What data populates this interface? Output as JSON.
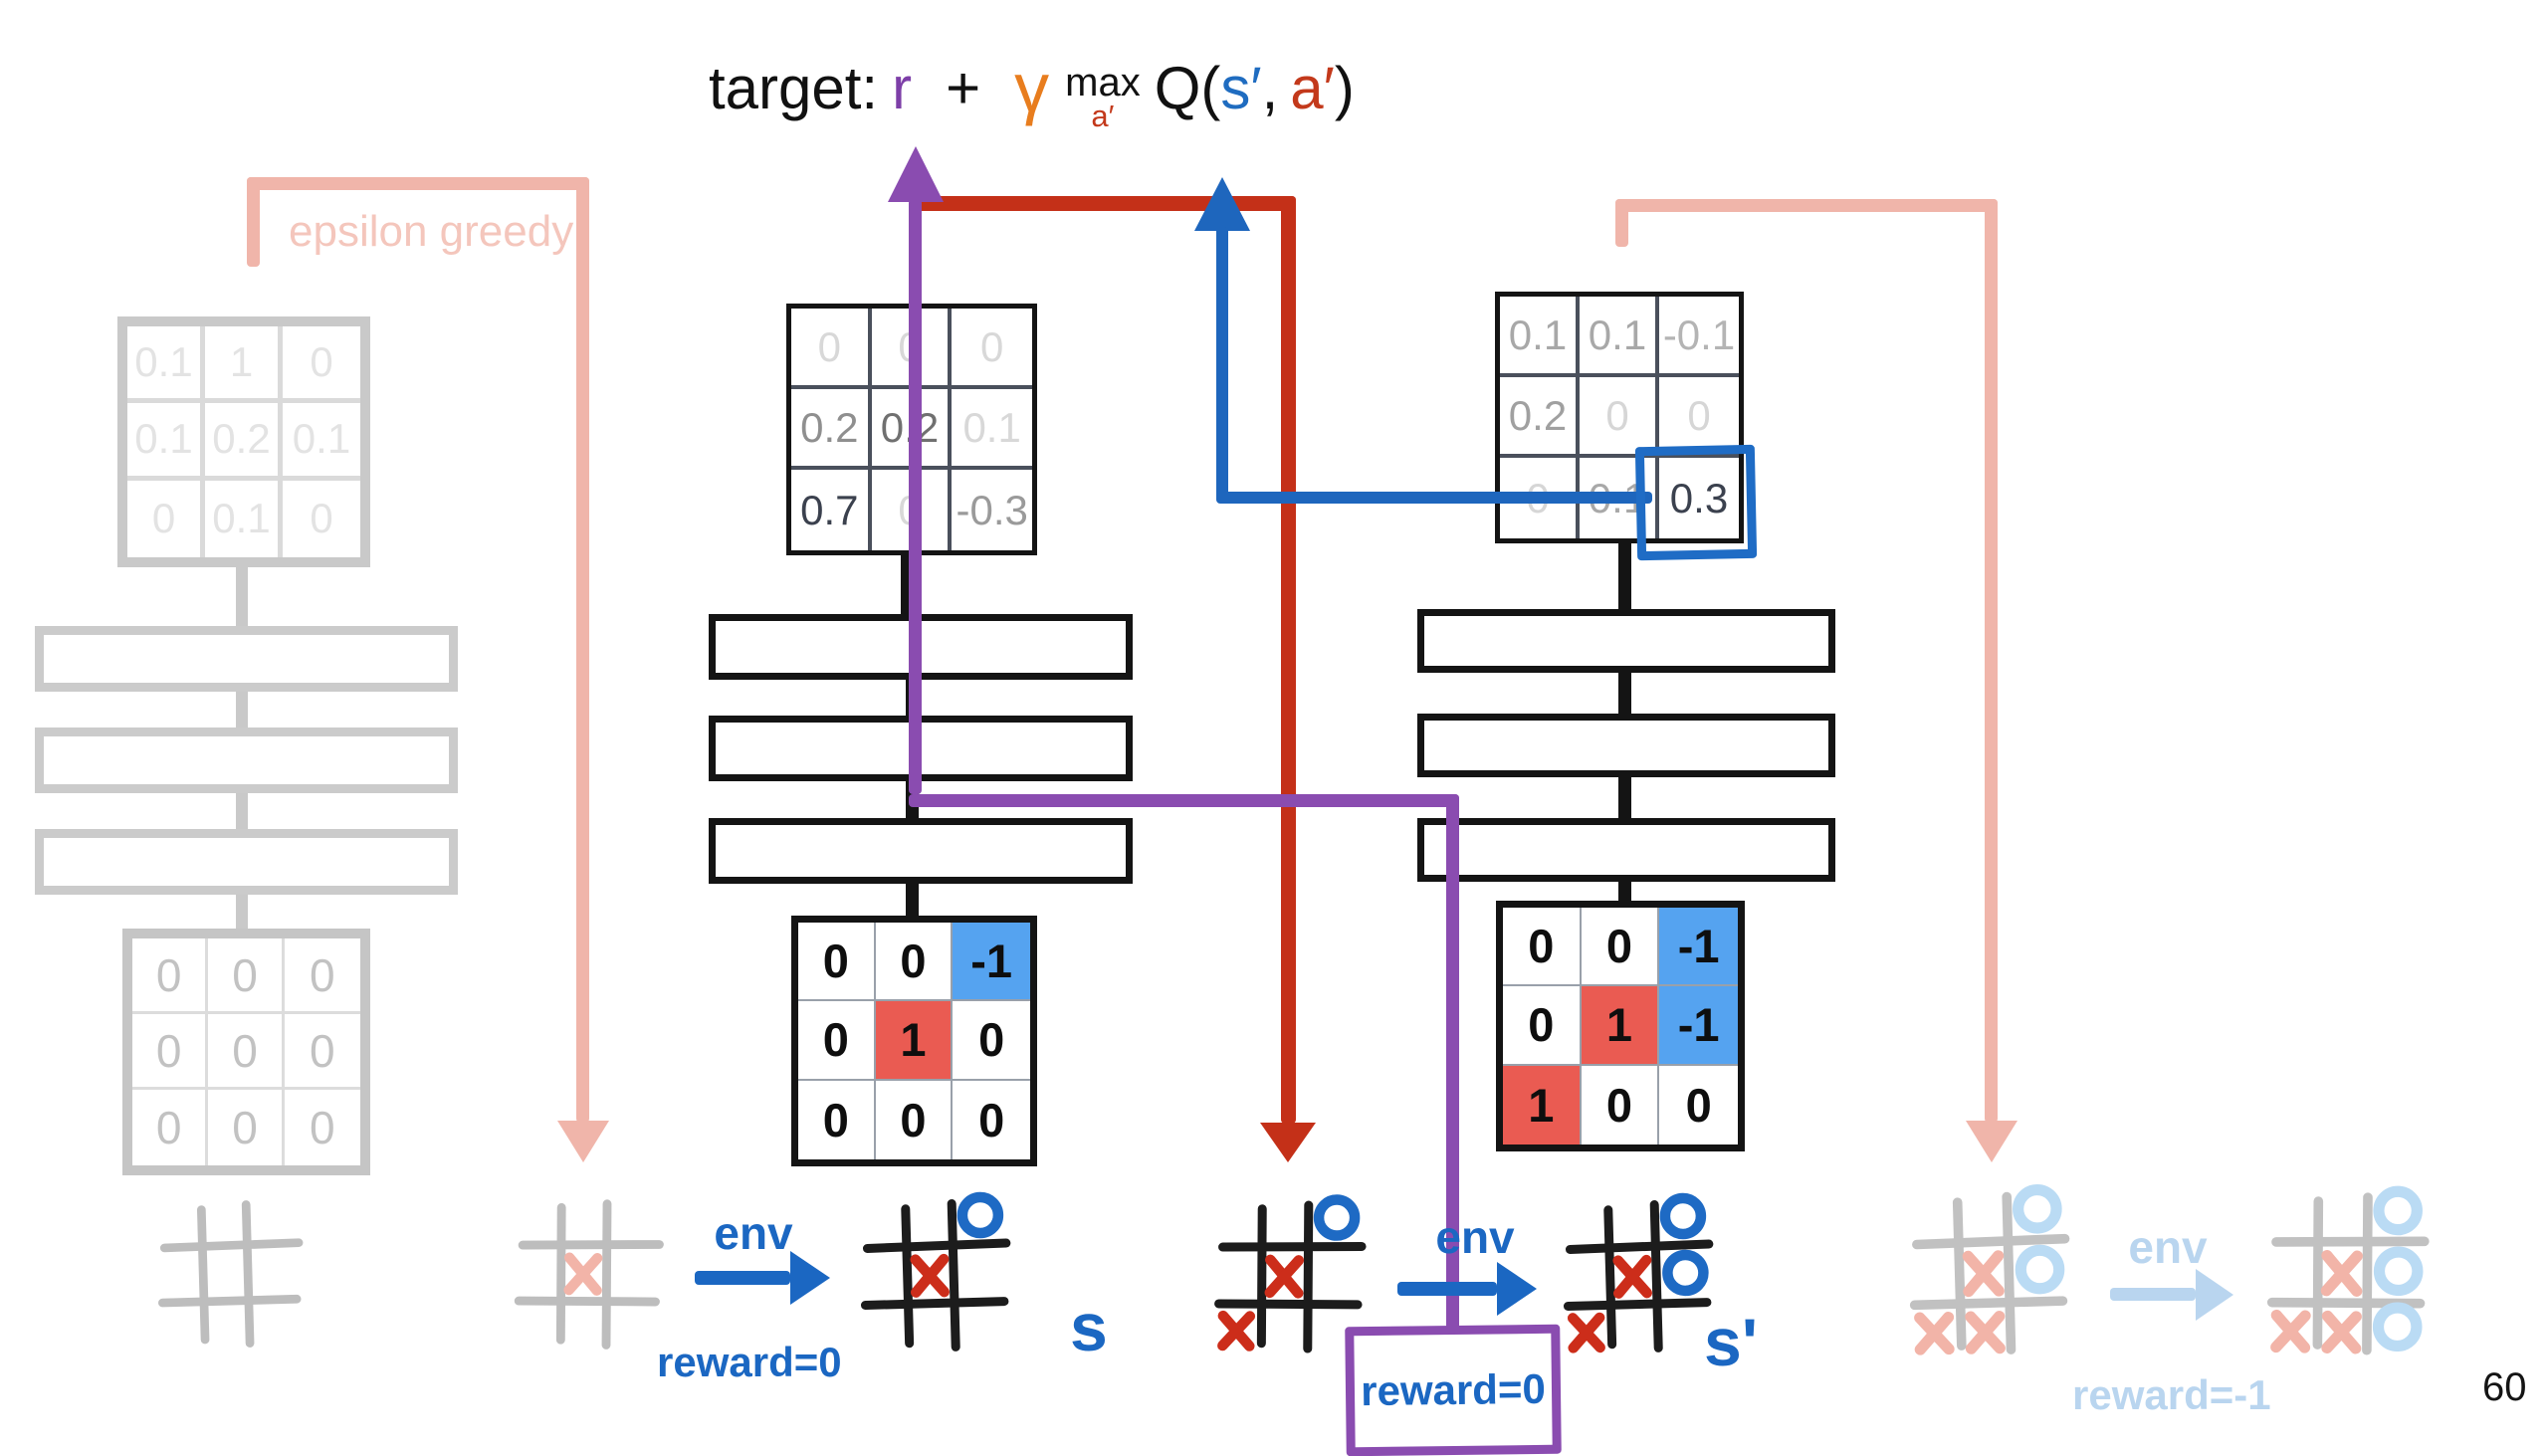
{
  "slide": {
    "page_number": "60"
  },
  "formula": {
    "target_label": "target:",
    "r": "r",
    "plus": "+",
    "gamma": "γ",
    "max": "max",
    "max_sub": "a′",
    "q_open": "Q(",
    "s_prime": "s′",
    "comma": ",",
    "a_prime": "a′",
    "q_close": ")"
  },
  "labels": {
    "epsilon_greedy": "epsilon greedy",
    "env": "env",
    "reward_zero": "reward=0",
    "reward_neg_one": "reward=-1",
    "state_s": "s",
    "state_s_prime": "s'"
  },
  "grids": {
    "faded_q": {
      "cells": [
        "0.1",
        "1",
        "0",
        "0.1",
        "0.2",
        "0.1",
        "0",
        "0.1",
        "0"
      ]
    },
    "faded_zeros": {
      "cells": [
        "0",
        "0",
        "0",
        "0",
        "0",
        "0",
        "0",
        "0",
        "0"
      ]
    },
    "mid_q": {
      "cells": [
        "0",
        "0",
        "0",
        "0.2",
        "0.2",
        "0.1",
        "0.7",
        "0",
        "-0.3"
      ]
    },
    "right_q": {
      "cells": [
        "0.1",
        "0.1",
        "-0.1",
        "0.2",
        "0",
        "0",
        "0",
        "0.1",
        "0.3"
      ]
    },
    "mid_input": {
      "cells": [
        "0",
        "0",
        "-1",
        "0",
        "1",
        "0",
        "0",
        "0",
        "0"
      ]
    },
    "right_input": {
      "cells": [
        "0",
        "0",
        "-1",
        "0",
        "1",
        "-1",
        "1",
        "0",
        "0"
      ]
    }
  },
  "boards": {
    "faded_empty": {
      "marks": []
    },
    "faded_x": {
      "marks": [
        "X-center"
      ]
    },
    "s": {
      "marks": [
        "X-center",
        "O-top-right"
      ]
    },
    "pre_env": {
      "marks": [
        "X-center",
        "O-top-right",
        "X-bottom-left"
      ]
    },
    "s_prime": {
      "marks": [
        "X-center",
        "O-top-right",
        "X-bottom-left",
        "O-middle-right"
      ]
    },
    "faded_next_a": {
      "marks": [
        "X-center",
        "O-top-right",
        "X-bottom-left",
        "X-bottom-middle",
        "O-middle-right"
      ]
    },
    "faded_next_b": {
      "marks": [
        "X-center",
        "O-top-right",
        "X-bottom-left",
        "X-bottom-middle",
        "O-middle-right",
        "O-bottom-right"
      ]
    }
  },
  "colors": {
    "purple": "#8a4cb0",
    "red": "#c43018",
    "blue": "#1b67c2",
    "orange": "#e87d1e",
    "pink": "#f0b5aa",
    "cell_blue_bg": "#55a3f0",
    "cell_blue_text": "#0f5cab",
    "cell_red_bg": "#ea5b52",
    "cell_red_text": "#ba2413",
    "faded_gray": "#bdbdbd",
    "faded_blue": "#b9d5ef",
    "faded_pink_x": "#f2b4a8"
  }
}
